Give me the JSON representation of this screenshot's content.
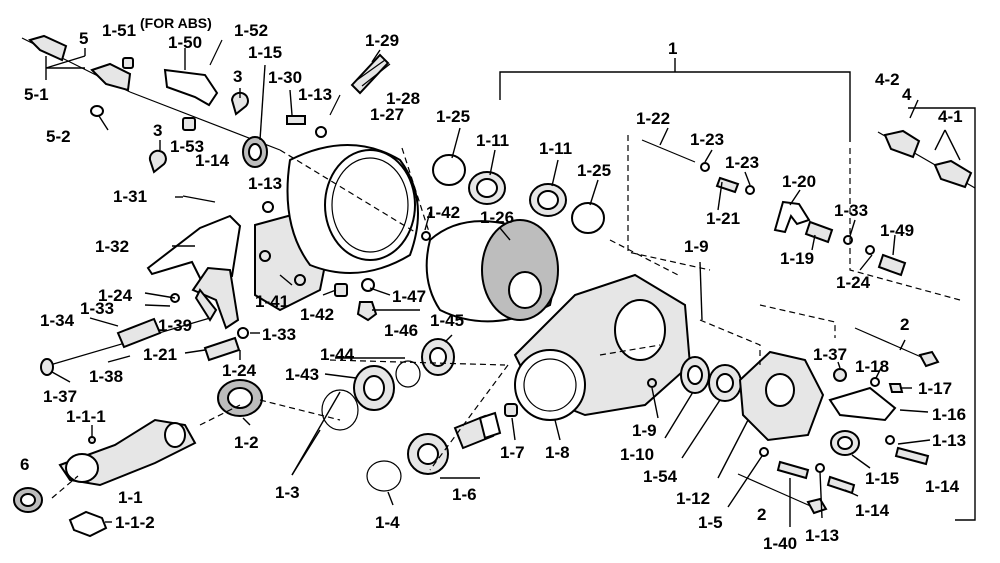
{
  "diagram": {
    "labels": {
      "l1": "1",
      "l2a": "2",
      "l2b": "2",
      "l3a": "3",
      "l3b": "3",
      "l4": "4",
      "l4_1": "4-1",
      "l4_2": "4-2",
      "l5": "5",
      "l5_1": "5-1",
      "l5_2": "5-2",
      "l6": "6",
      "l1_1": "1-1",
      "l1_1_1": "1-1-1",
      "l1_1_2": "1-1-2",
      "l1_2": "1-2",
      "l1_3": "1-3",
      "l1_4": "1-4",
      "l1_5": "1-5",
      "l1_6": "1-6",
      "l1_7": "1-7",
      "l1_8": "1-8",
      "l1_9a": "1-9",
      "l1_9b": "1-9",
      "l1_10": "1-10",
      "l1_11a": "1-11",
      "l1_11b": "1-11",
      "l1_12": "1-12",
      "l1_13a": "1-13",
      "l1_13b": "1-13",
      "l1_13c": "1-13",
      "l1_13d": "1-13",
      "l1_14a": "1-14",
      "l1_14b": "1-14",
      "l1_14c": "1-14",
      "l1_15a": "1-15",
      "l1_15b": "1-15",
      "l1_16": "1-16",
      "l1_17": "1-17",
      "l1_18": "1-18",
      "l1_19": "1-19",
      "l1_20": "1-20",
      "l1_21a": "1-21",
      "l1_21b": "1-21",
      "l1_22": "1-22",
      "l1_23a": "1-23",
      "l1_23b": "1-23",
      "l1_24a": "1-24",
      "l1_24b": "1-24",
      "l1_24c": "1-24",
      "l1_25a": "1-25",
      "l1_25b": "1-25",
      "l1_26": "1-26",
      "l1_27": "1-27",
      "l1_28": "1-28",
      "l1_29": "1-29",
      "l1_30": "1-30",
      "l1_31": "1-31",
      "l1_32": "1-32",
      "l1_33a": "1-33",
      "l1_33b": "1-33",
      "l1_33c": "1-33",
      "l1_34": "1-34",
      "l1_37a": "1-37",
      "l1_37b": "1-37",
      "l1_38": "1-38",
      "l1_39": "1-39",
      "l1_40": "1-40",
      "l1_41": "1-41",
      "l1_42a": "1-42",
      "l1_42b": "1-42",
      "l1_43": "1-43",
      "l1_44": "1-44",
      "l1_45": "1-45",
      "l1_46": "1-46",
      "l1_47": "1-47",
      "l1_49": "1-49",
      "l1_50": "1-50",
      "l1_51": "1-51",
      "l1_52": "1-52",
      "l1_53": "1-53",
      "l1_54": "1-54",
      "for_abs": "(FOR ABS)"
    }
  }
}
